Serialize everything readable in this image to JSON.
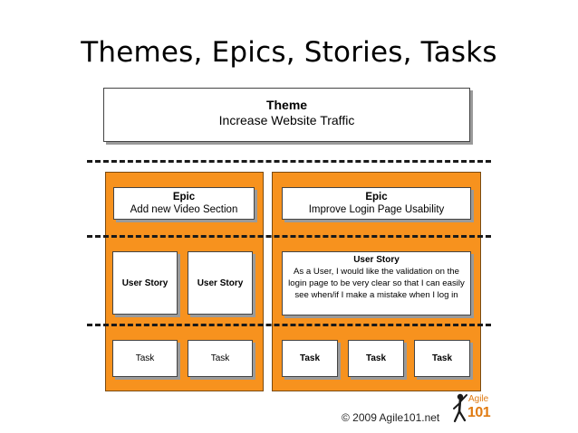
{
  "slide": {
    "title": "Themes, Epics, Stories, Tasks"
  },
  "theme": {
    "heading": "Theme",
    "text": "Increase Website Traffic"
  },
  "epics": [
    {
      "heading": "Epic",
      "text": "Add new Video Section"
    },
    {
      "heading": "Epic",
      "text": "Improve Login Page Usability"
    }
  ],
  "stories": {
    "left": [
      "User Story",
      "User Story"
    ],
    "right": {
      "heading": "User Story",
      "text": "As a User, I would like the validation on the login page to be very clear so that I can easily see when/if I make a mistake when I log in"
    }
  },
  "tasks": {
    "left": [
      "Task",
      "Task"
    ],
    "right": [
      "Task",
      "Task",
      "Task"
    ]
  },
  "footer": {
    "copyright": "© 2009 Agile101.net",
    "logo_top": "Agile",
    "logo_bottom": "101"
  },
  "colors": {
    "column_fill": "#f7921e",
    "dash_line": "#1a1a1a",
    "logo": "#e07b12"
  }
}
